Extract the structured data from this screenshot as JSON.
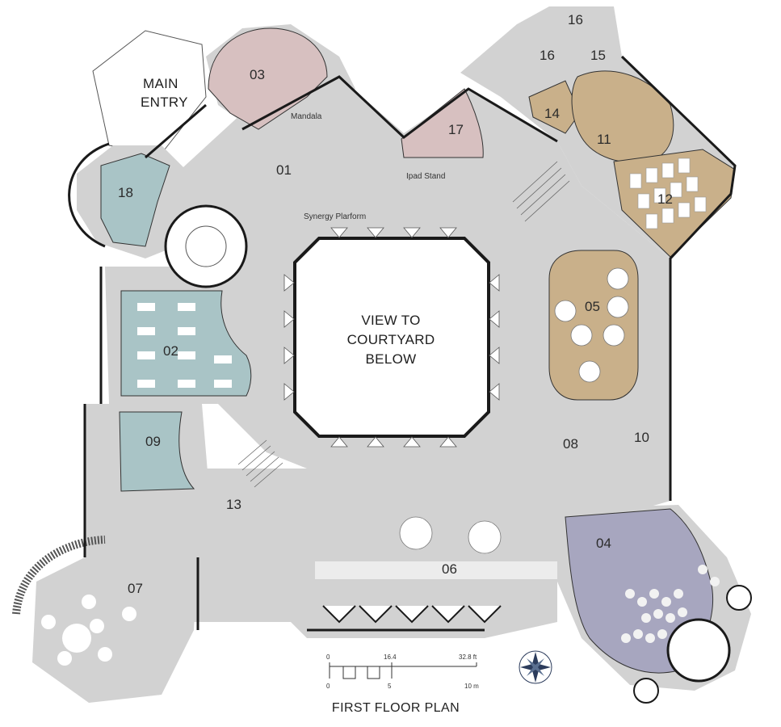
{
  "plan": {
    "title": "FIRST FLOOR PLAN",
    "main_entry": [
      "MAIN",
      "ENTRY"
    ],
    "courtyard": [
      "VIEW TO",
      "COURTYARD",
      "BELOW"
    ],
    "annotations": {
      "mandala": "Mandala",
      "ipad_stand": "Ipad Stand",
      "synergy": "Synergy Plarform"
    },
    "rooms": {
      "r01": "01",
      "r02": "02",
      "r03": "03",
      "r04": "04",
      "r05": "05",
      "r06": "06",
      "r07": "07",
      "r08": "08",
      "r09": "09",
      "r10": "10",
      "r11": "11",
      "r12": "12",
      "r13": "13",
      "r14": "14",
      "r15": "15",
      "r16a": "16",
      "r16b": "16",
      "r17": "17",
      "r18": "18"
    },
    "scale": {
      "ft": [
        "0",
        "16.4",
        "32.8 ft"
      ],
      "m": [
        "0",
        "5",
        "10 m"
      ]
    },
    "colors": {
      "floor": "#d2d2d2",
      "blue_rooms": "#a9c4c6",
      "pink_rooms": "#d7c0c0",
      "tan_rooms": "#c9b08a",
      "purple_room": "#a7a6bf",
      "courtyard": "#ffffff"
    },
    "icons": [
      "compass-rose-icon"
    ]
  }
}
